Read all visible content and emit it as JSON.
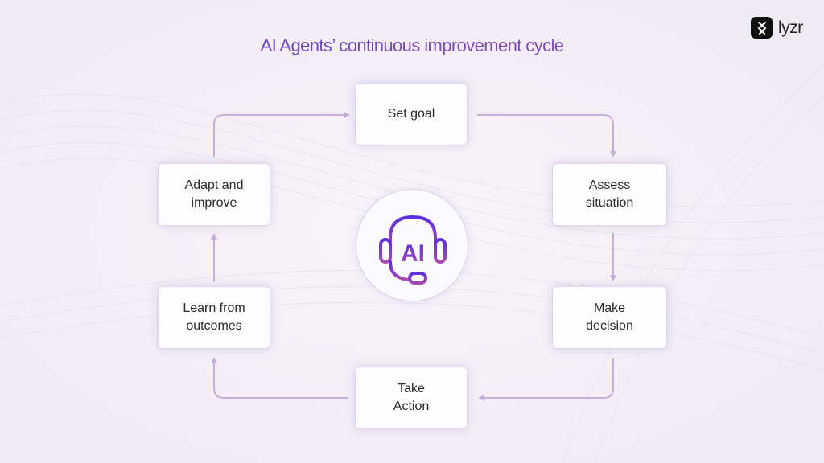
{
  "title": "AI Agents’ continuous improvement cycle",
  "logo": {
    "text": "lyzr"
  },
  "center": {
    "label": "AI",
    "icon": "headset-icon"
  },
  "steps": [
    {
      "label": "Set goal"
    },
    {
      "label": "Assess situation"
    },
    {
      "label": "Make decision"
    },
    {
      "label": "Take Action"
    },
    {
      "label": "Learn from outcomes"
    },
    {
      "label": "Adapt and improve"
    }
  ],
  "colors": {
    "arrow": "#c9aedb",
    "title_start": "#5a3fd6",
    "title_end": "#a04fa8",
    "icon_start": "#5b2fe0",
    "icon_end": "#a84ab0"
  }
}
